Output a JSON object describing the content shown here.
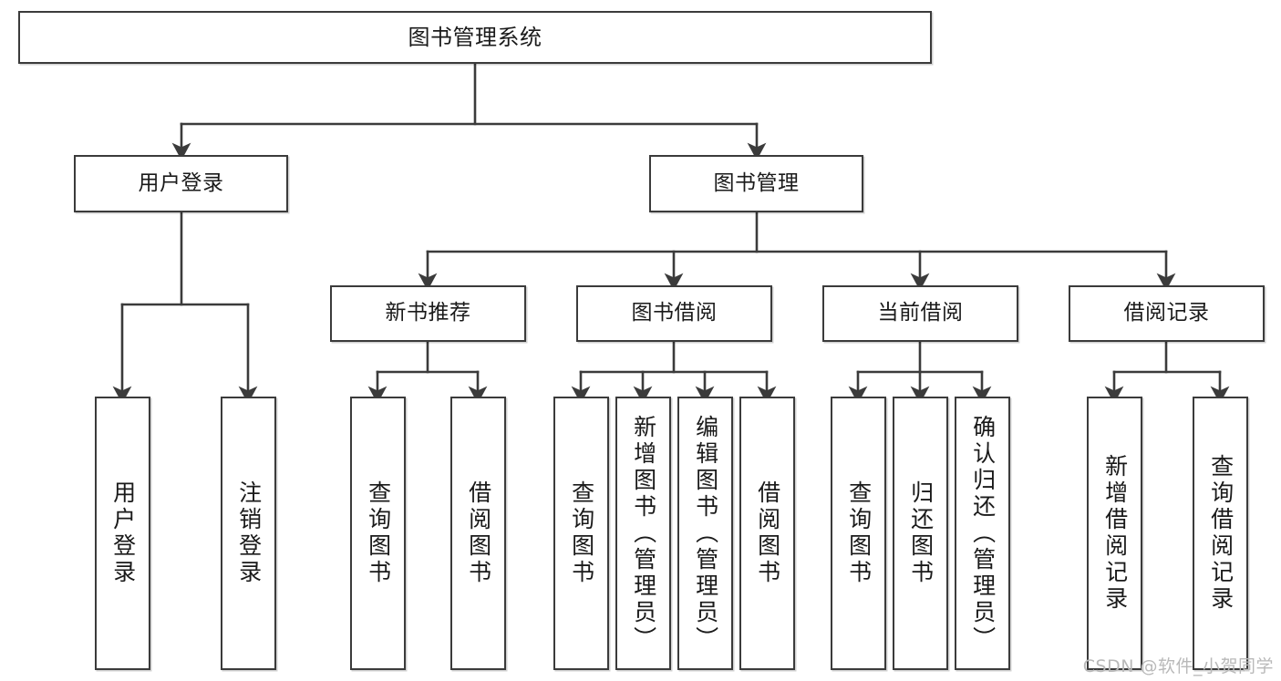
{
  "diagram": {
    "title": "图书管理系统",
    "type": "functional-structure-tree",
    "root": {
      "label": "图书管理系统"
    },
    "level2": [
      {
        "label": "用户登录"
      },
      {
        "label": "图书管理"
      }
    ],
    "level3": [
      {
        "label": "新书推荐"
      },
      {
        "label": "图书借阅"
      },
      {
        "label": "当前借阅"
      },
      {
        "label": "借阅记录"
      }
    ],
    "leaves": {
      "user_login": [
        {
          "label": "用户登录"
        },
        {
          "label": "注销登录"
        }
      ],
      "new_book_recommend": [
        {
          "label": "查询图书"
        },
        {
          "label": "借阅图书"
        }
      ],
      "book_borrow": [
        {
          "label": "查询图书"
        },
        {
          "label": "新增图书（管理员）"
        },
        {
          "label": "编辑图书（管理员）"
        },
        {
          "label": "借阅图书"
        }
      ],
      "current_borrow": [
        {
          "label": "查询图书"
        },
        {
          "label": "归还图书"
        },
        {
          "label": "确认归还（管理员）"
        }
      ],
      "borrow_record": [
        {
          "label": "新增借阅记录"
        },
        {
          "label": "查询借阅记录"
        }
      ]
    }
  },
  "watermark": {
    "text": "CSDN @软件_小贺同学"
  },
  "colors": {
    "box_border": "#3b3b3b",
    "box_fill": "#ffffff",
    "connector": "#3b3b3b",
    "text": "#1a1a1a",
    "watermark": "#b9b9b9",
    "background": "#ffffff"
  }
}
